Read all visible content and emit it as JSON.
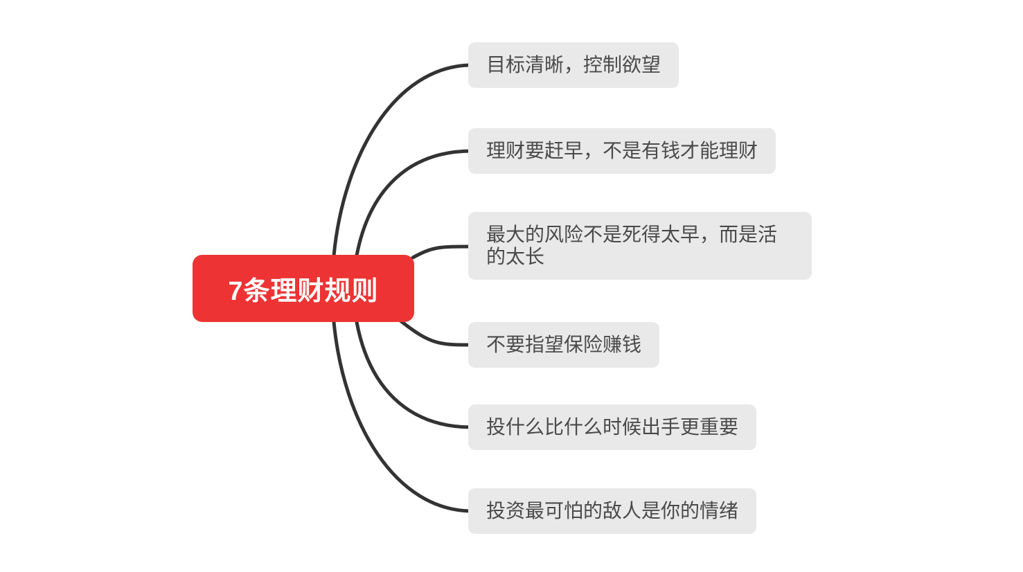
{
  "diagram_type": "mindmap",
  "root": {
    "label": "7条理财规则"
  },
  "branches": [
    {
      "label": "目标清晰，控制欲望"
    },
    {
      "label": "理财要赶早，不是有钱才能理财"
    },
    {
      "label": "最大的风险不是死得太早，而是活的太长"
    },
    {
      "label": "不要指望保险赚钱"
    },
    {
      "label": "投什么比什么时候出手更重要"
    },
    {
      "label": "投资最可怕的敌人是你的情绪"
    }
  ],
  "colors": {
    "root_background": "#ED3333",
    "root_text": "#FFFFFF",
    "branch_background": "#E9E9E9",
    "branch_text": "#4A4A4A",
    "connector": "#333333",
    "canvas_background": "#FFFFFF"
  }
}
